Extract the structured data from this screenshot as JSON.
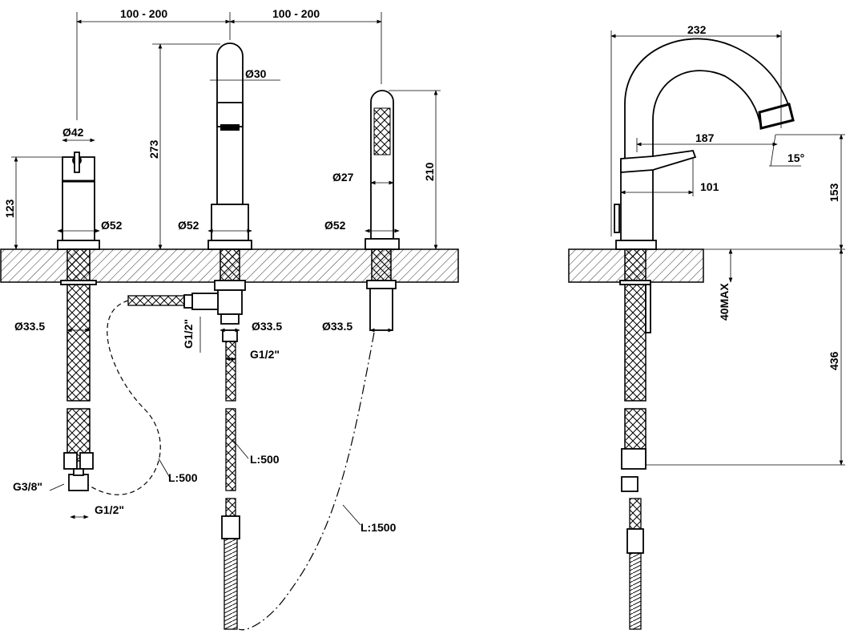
{
  "drawing": {
    "front_view": {
      "spacing_left": "100 - 200",
      "spacing_right": "100 - 200",
      "spout_diameter": "Ø30",
      "spout_height": "273",
      "mixer_diameter_top": "Ø42",
      "mixer_height": "123",
      "mixer_base_diameter": "Ø52",
      "spout_base_diameter": "Ø52",
      "shower_base_diameter": "Ø52",
      "shower_diameter": "Ø27",
      "shower_height": "210",
      "mixer_shank": "Ø33.5",
      "spout_shank": "Ø33.5",
      "shower_shank": "Ø33.5",
      "valve_thread": "G1/2\"",
      "spout_thread": "G1/2\"",
      "mixer_thread": "G1/2\"",
      "mixer_connector": "G3/8\"",
      "hose_mixer_length": "L:500",
      "hose_spout_length": "L:500",
      "shower_hose_length": "L:1500"
    },
    "side_view": {
      "reach_total": "232",
      "spout_reach": "187",
      "spout_angle": "15°",
      "lever_reach": "101",
      "outlet_height": "153",
      "deck_thickness": "40MAX",
      "hose_depth": "436"
    },
    "colors": {
      "line": "#000000",
      "background": "#ffffff"
    }
  }
}
